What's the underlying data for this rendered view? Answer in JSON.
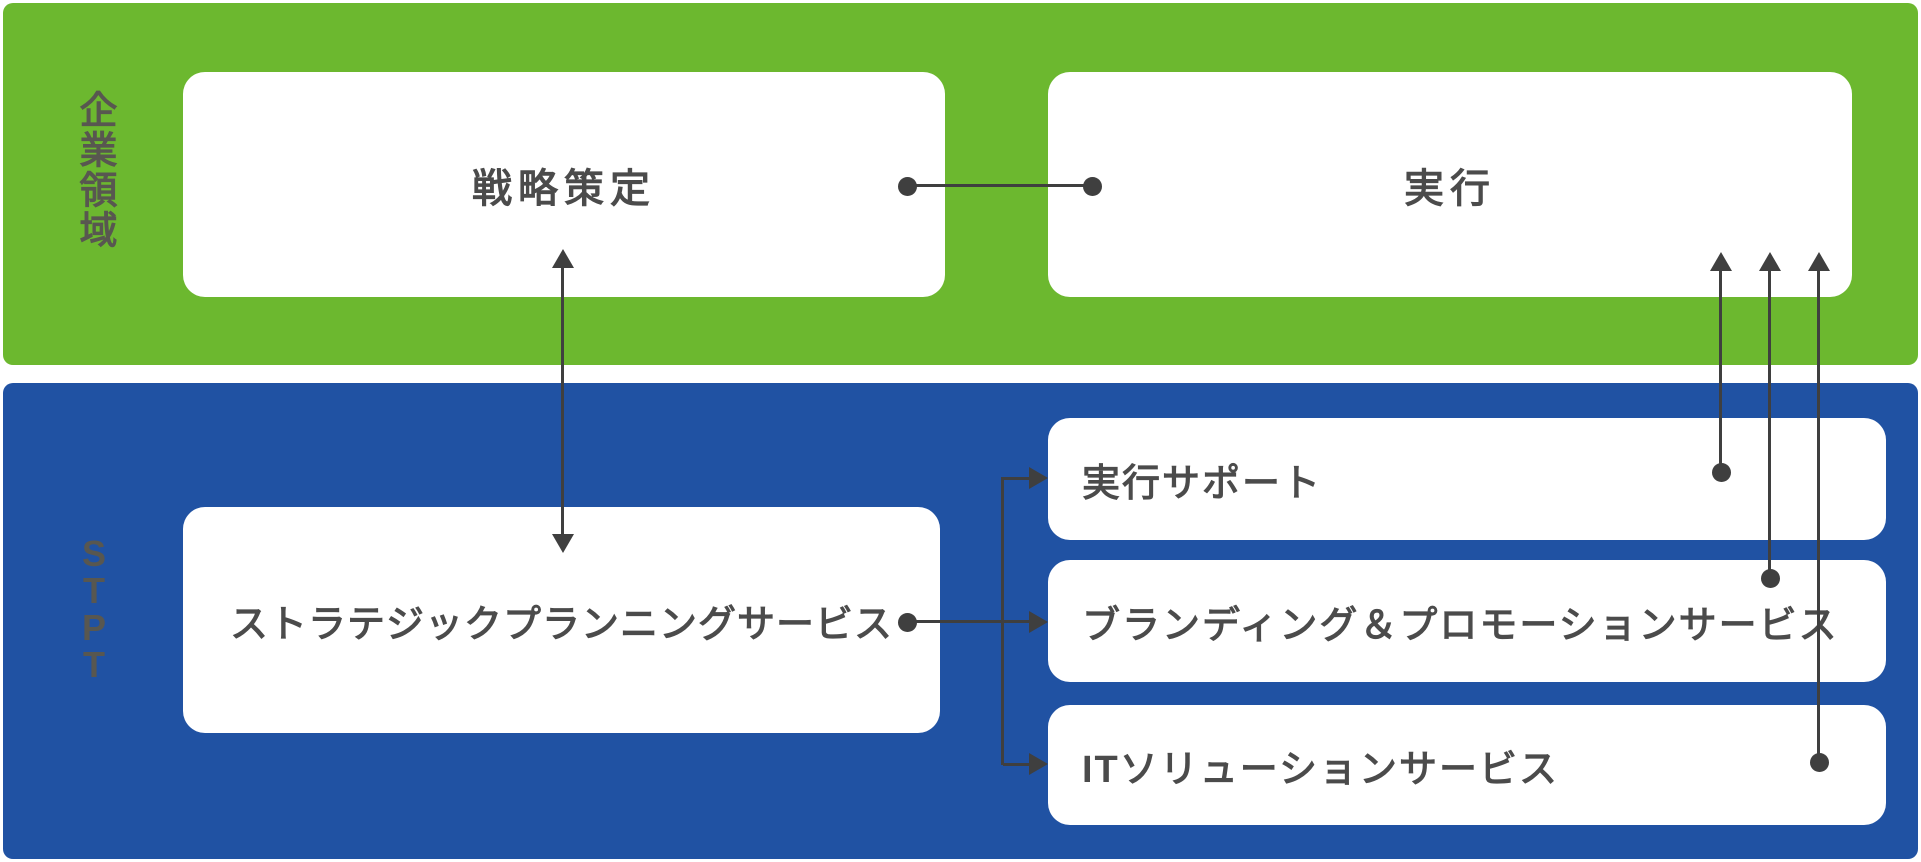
{
  "palette": {
    "green": "#6cb82f",
    "blue": "#2052a3",
    "line": "#3f3f3f",
    "box_text": "#4b4b4b",
    "band_label": "#585750",
    "box_bg": "#ffffff",
    "page_bg": "#ffffff"
  },
  "bands": {
    "corporate": {
      "label": "企業領域"
    },
    "stpt": {
      "label": "STPT",
      "letters": [
        "S",
        "T",
        "P",
        "T"
      ]
    }
  },
  "boxes": {
    "strategy": {
      "label": "戦略策定"
    },
    "execution": {
      "label": "実行"
    },
    "strategic_planning": {
      "label": "ストラテジックプランニングサービス"
    },
    "execution_support": {
      "label": "実行サポート"
    },
    "branding_promotion": {
      "label": "ブランディング＆プロモーションサービス"
    },
    "it_solution": {
      "label": "ITソリューションサービス"
    }
  },
  "connections": [
    {
      "type": "line-with-dots",
      "from": "strategy",
      "to": "execution"
    },
    {
      "type": "double-arrow",
      "from": "strategy",
      "to": "strategic_planning"
    },
    {
      "type": "arrow",
      "from": "strategic_planning",
      "to": "execution_support"
    },
    {
      "type": "arrow",
      "from": "strategic_planning",
      "to": "branding_promotion"
    },
    {
      "type": "arrow",
      "from": "strategic_planning",
      "to": "it_solution"
    },
    {
      "type": "arrow",
      "from": "execution_support",
      "to": "execution"
    },
    {
      "type": "arrow",
      "from": "branding_promotion",
      "to": "execution"
    },
    {
      "type": "arrow",
      "from": "it_solution",
      "to": "execution"
    }
  ]
}
